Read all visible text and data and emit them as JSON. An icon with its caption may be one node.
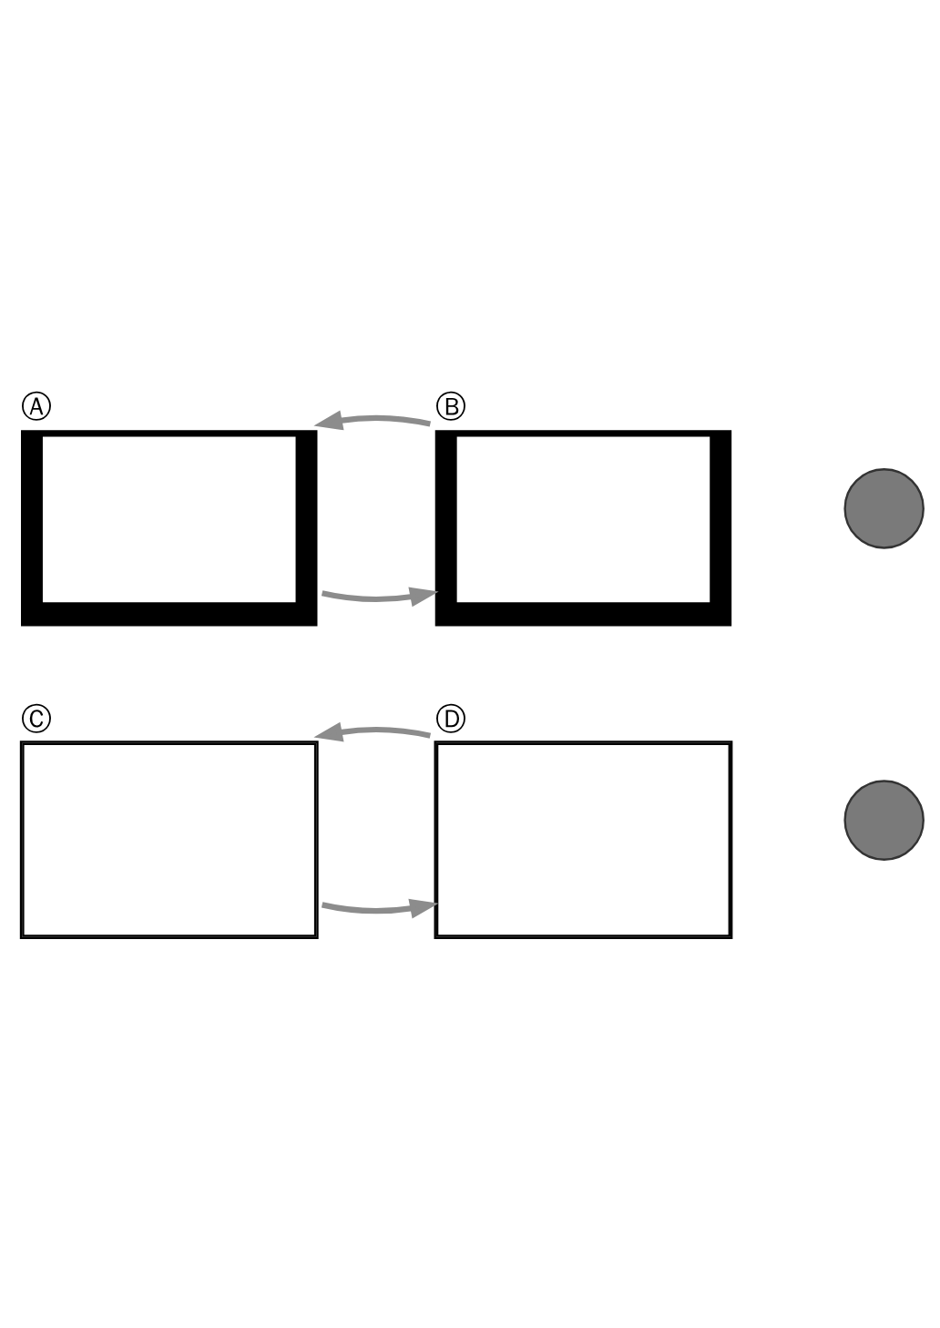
{
  "diagram": {
    "nodes": [
      {
        "text": [
          "Ⓐ"
        ]
      },
      {
        "text": [
          "Ⓑ"
        ]
      },
      {
        "text": [],
        "shape": "circle"
      },
      {
        "text": [
          "Ⓒ"
        ]
      },
      {
        "text": [
          "Ⓓ"
        ]
      },
      {
        "text": [],
        "shape": "circle"
      }
    ],
    "edges": [
      {
        "from": 0,
        "to": 1,
        "arrow": "to"
      },
      {
        "from": 1,
        "to": 0,
        "arrow": "to"
      },
      {
        "from": 3,
        "to": 4,
        "arrow": "to"
      },
      {
        "from": 4,
        "to": 3,
        "arrow": "to"
      }
    ]
  }
}
